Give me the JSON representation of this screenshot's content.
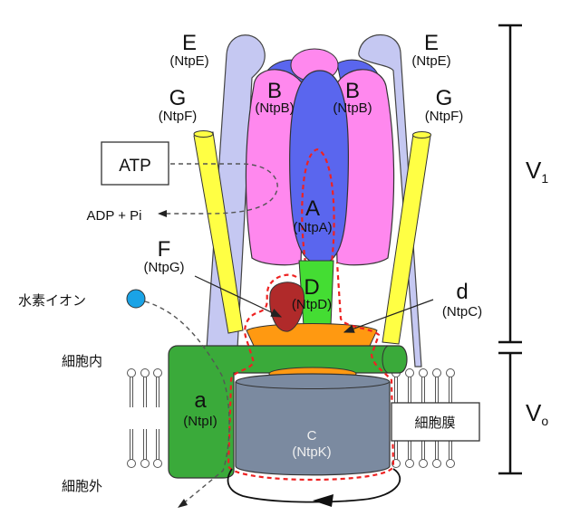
{
  "title": "V-type ATPase structure diagram",
  "colors": {
    "subunit_E": "#c5c8f2",
    "subunit_G": "#ffff44",
    "subunit_B": "#ff88ee",
    "subunit_A": "#5a66ee",
    "subunit_D": "#44dd33",
    "subunit_F": "#b02a2a",
    "subunit_d": "#ff9911",
    "subunit_a": "#3aaa3a",
    "subunit_c": "#7b8aa0",
    "hydrogen_ion": "#1aa3e6",
    "rotation_path": "#ee2222"
  },
  "subunits": {
    "E_left": {
      "letter": "E",
      "name": "(NtpE)"
    },
    "E_right": {
      "letter": "E",
      "name": "(NtpE)"
    },
    "G_left": {
      "letter": "G",
      "name": "(NtpF)"
    },
    "G_right": {
      "letter": "G",
      "name": "(NtpF)"
    },
    "B_left": {
      "letter": "B",
      "name": "(NtpB)"
    },
    "B_right": {
      "letter": "B",
      "name": "(NtpB)"
    },
    "A": {
      "letter": "A",
      "name": "(NtpA)"
    },
    "F": {
      "letter": "F",
      "name": "(NtpG)"
    },
    "D": {
      "letter": "D",
      "name": "(NtpD)"
    },
    "d": {
      "letter": "d",
      "name": "(NtpC)"
    },
    "a": {
      "letter": "a",
      "name": "(NtpI)"
    },
    "c": {
      "letter": "C",
      "name": "(NtpK)"
    }
  },
  "labels": {
    "atp": "ATP",
    "adp_pi": "ADP + Pi",
    "hydrogen_ion": "水素イオン",
    "intracellular": "細胞内",
    "extracellular": "細胞外",
    "cell_membrane": "細胞膜"
  },
  "domains": {
    "v1": {
      "main": "V",
      "sub": "1"
    },
    "vo": {
      "main": "V",
      "sub": "o"
    }
  }
}
